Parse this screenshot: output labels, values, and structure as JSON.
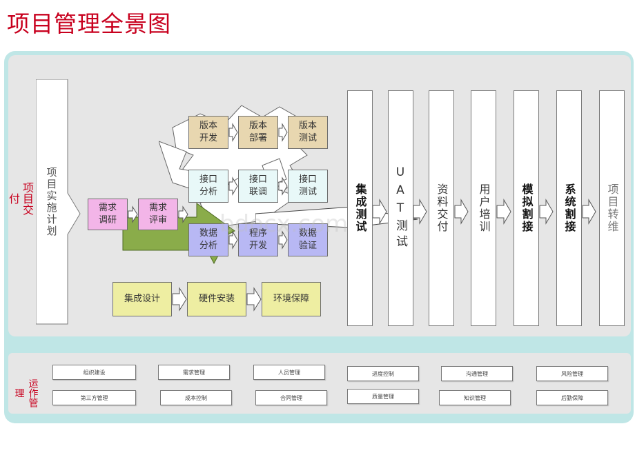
{
  "title": "项目管理全景图",
  "side_labels": {
    "top": "项目交付",
    "bottom": "运作管理"
  },
  "plan": "项目实施计划",
  "phases": [
    "集成测试",
    "UAT测试",
    "资料交付",
    "用户培训",
    "模拟割接",
    "系统割接",
    "项目转维"
  ],
  "requirements": [
    "需求调研",
    "需求评审"
  ],
  "version_row": [
    "版本开发",
    "版本部署",
    "版本测试"
  ],
  "interface_row": [
    "接口分析",
    "接口联调",
    "接口测试"
  ],
  "data_row": [
    "数据分析",
    "程序开发",
    "数据验证"
  ],
  "infra_row": [
    "集成设计",
    "硬件安装",
    "环境保障"
  ],
  "management": {
    "row1": [
      "组织建设",
      "需求管理",
      "人员管理",
      "进度控制",
      "沟通管理",
      "风险管理"
    ],
    "row2": [
      "第三方管理",
      "成本控制",
      "合同管理",
      "质量管理",
      "知识管理",
      "后勤保障"
    ]
  },
  "watermark": "bdocx.com",
  "colors": {
    "title": "#c8001e",
    "frame": "#bfe6e6",
    "panel": "#e6e6e6",
    "tan": "#e8d7b0",
    "cyan": "#e8f8f8",
    "lavender": "#b8b8f4",
    "pink": "#f3b5e8",
    "yellow": "#eeeea2",
    "green": "#8aac4a"
  }
}
